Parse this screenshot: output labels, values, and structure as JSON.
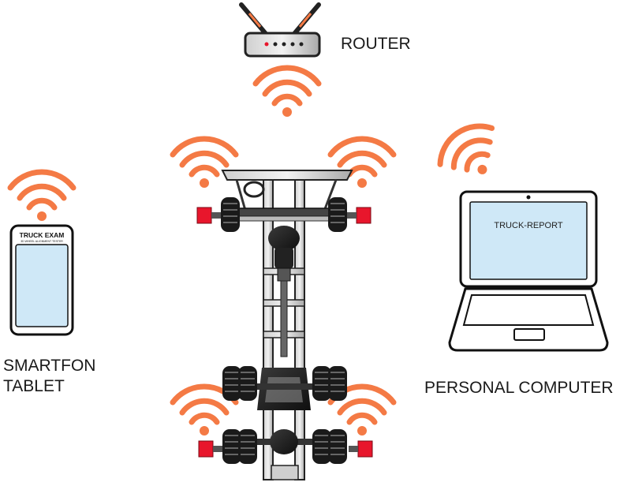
{
  "labels": {
    "router": "ROUTER",
    "smartphone_line1": "SMARTFON",
    "smartphone_line2": "TABLET",
    "computer": "PERSONAL COMPUTER"
  },
  "phone_header": {
    "brand": "TRUCK EXAM",
    "tagline": "3D WHEEL ALIGNMENT TESTER"
  },
  "laptop_screen_text": "TRUCK-REPORT",
  "colors": {
    "signal": "#f47a45",
    "sensor": "#e8162c",
    "screen": "#cfe8f7",
    "outline": "#111111"
  },
  "icons": [
    "router-icon",
    "smartphone-icon",
    "laptop-icon",
    "truck-chassis-icon",
    "wifi-signal-icon"
  ]
}
